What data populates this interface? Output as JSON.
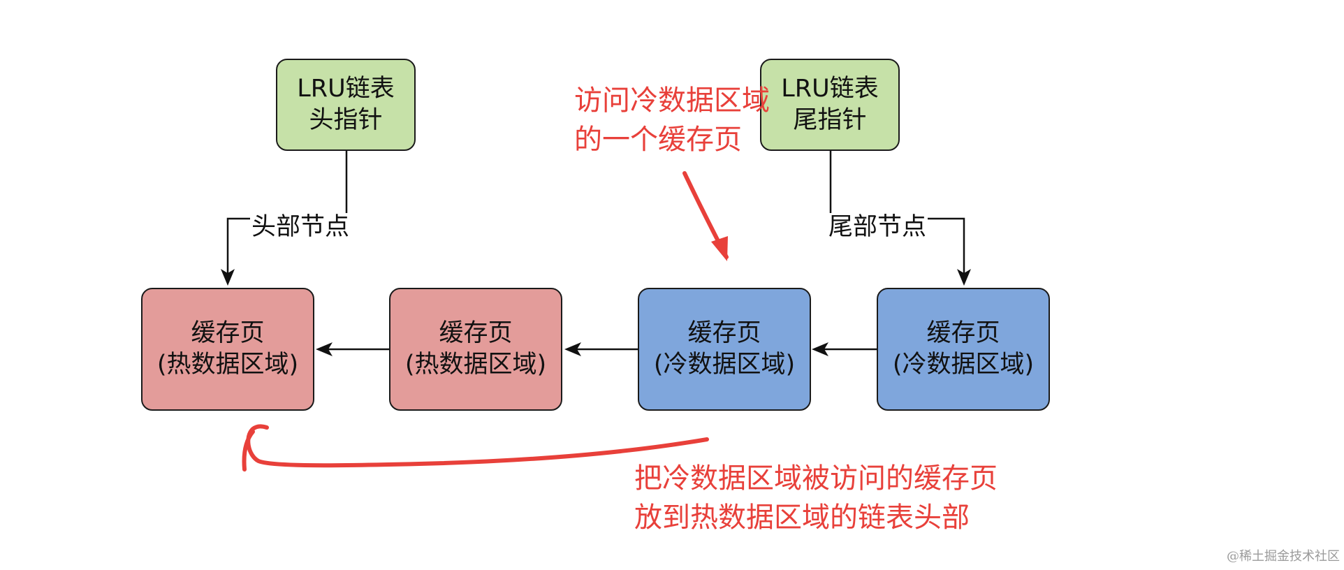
{
  "pointers": {
    "head": {
      "line1": "LRU链表",
      "line2": "头指针",
      "edge_label": "头部节点"
    },
    "tail": {
      "line1": "LRU链表",
      "line2": "尾指针",
      "edge_label": "尾部节点"
    }
  },
  "cache_pages": [
    {
      "line1": "缓存页",
      "line2": "(热数据区域)",
      "region": "hot"
    },
    {
      "line1": "缓存页",
      "line2": "(热数据区域)",
      "region": "hot"
    },
    {
      "line1": "缓存页",
      "line2": "(冷数据区域)",
      "region": "cold"
    },
    {
      "line1": "缓存页",
      "line2": "(冷数据区域)",
      "region": "cold"
    }
  ],
  "annotations": {
    "access": {
      "line1": "访问冷数据区域",
      "line2": "的一个缓存页"
    },
    "move": {
      "line1": "把冷数据区域被访问的缓存页",
      "line2": "放到热数据区域的链表头部"
    }
  },
  "watermark": "@稀土掘金技术社区",
  "colors": {
    "pointer_fill": "#c6e1a8",
    "hot_fill": "#e39c9a",
    "cold_fill": "#7fa6dc",
    "annotation": "#e8403a"
  }
}
